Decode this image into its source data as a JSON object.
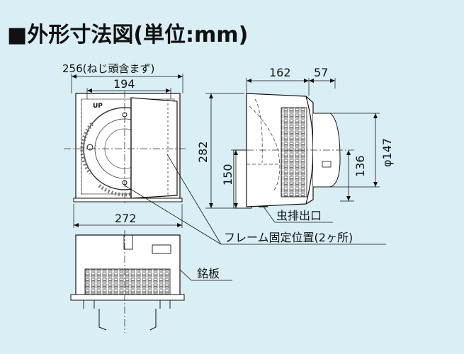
{
  "title": "■外形寸法図(単位:mm)",
  "dimensions": {
    "overall_width_excl_screws": "256(ねじ頭含まず)",
    "inner_width": "194",
    "frame_width": "272",
    "depth": "162",
    "hood_depth": "57",
    "height": "282",
    "center_height": "150",
    "duct_center": "136",
    "duct_diameter": "φ147"
  },
  "labels": {
    "up_mark": "UP",
    "insect_outlet": "虫排出口",
    "frame_fix_position": "フレーム固定位置(2ヶ所)",
    "nameplate": "銘板"
  }
}
